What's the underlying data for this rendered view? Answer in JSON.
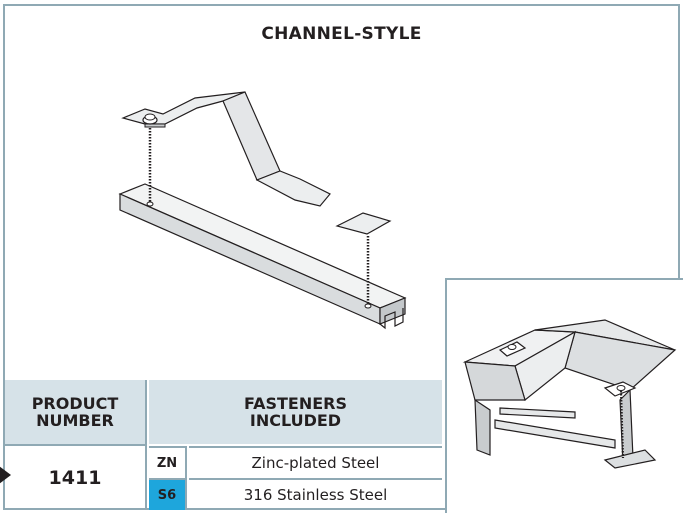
{
  "title": "CHANNEL-STYLE",
  "table": {
    "header_product": "PRODUCT NUMBER",
    "header_product_line1": "PRODUCT",
    "header_product_line2": "NUMBER",
    "header_fasteners_line1": "FASTENERS",
    "header_fasteners_line2": "INCLUDED",
    "product_number": "1411",
    "rows": [
      {
        "code": "ZN",
        "material": "Zinc-plated Steel",
        "code_color": "#ffffff"
      },
      {
        "code": "S6",
        "material": "316 Stainless Steel",
        "code_color": "#1ea6dc"
      }
    ]
  },
  "colors": {
    "border": "#8fa9b4",
    "header_bg": "#d6e2e8",
    "steel": "#e6e8e9",
    "outline": "#231f20"
  },
  "illustrations": {
    "main": "channel-clamp-with-threaded-rods-icon",
    "inset": "clamp-installed-on-cable-tray-icon"
  }
}
